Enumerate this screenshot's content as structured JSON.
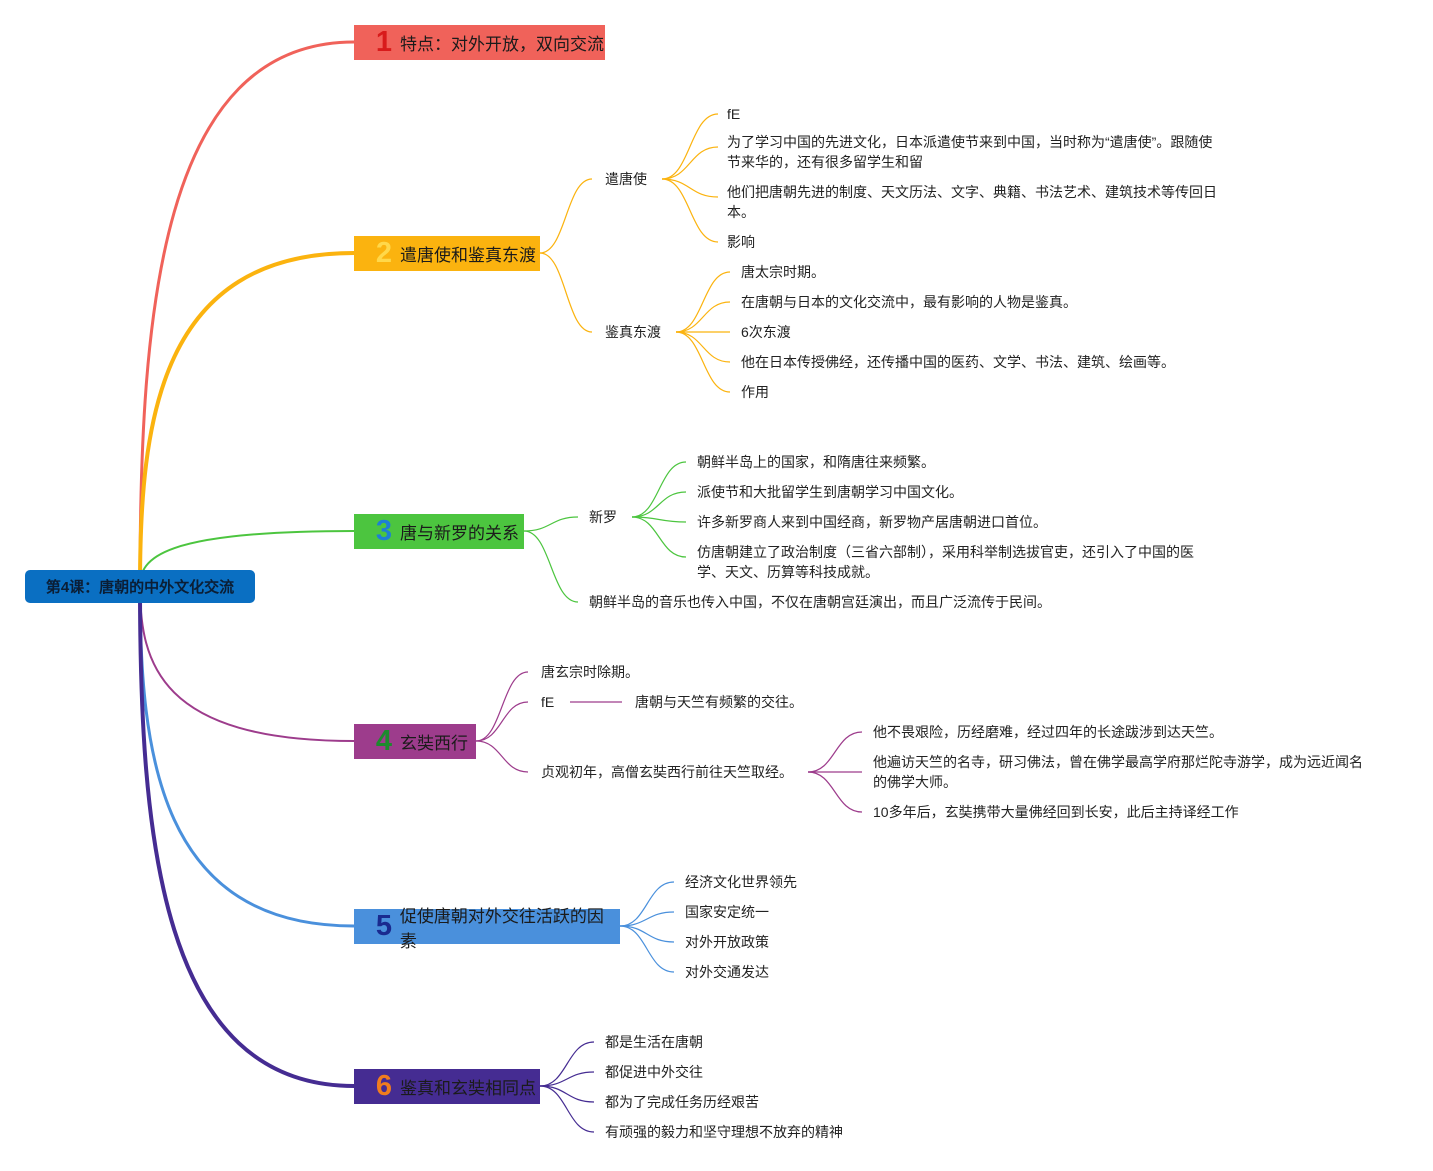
{
  "root": {
    "label": "第4课：唐朝的中外文化交流",
    "color": "#0a6fc2"
  },
  "branches": [
    {
      "num": "1",
      "label": "特点：对外开放，双向交流",
      "color": "#f0625a",
      "num_color": "#d81b1b"
    },
    {
      "num": "2",
      "label": "遣唐使和鉴真东渡",
      "color": "#fbb30f",
      "num_color": "#ffd84a"
    },
    {
      "num": "3",
      "label": "唐与新罗的关系",
      "color": "#4cc53f",
      "num_color": "#1e7fd4"
    },
    {
      "num": "4",
      "label": "玄奘西行",
      "color": "#9d3c8c",
      "num_color": "#1d8a2e"
    },
    {
      "num": "5",
      "label": "促使唐朝对外交往活跃的因素",
      "color": "#4a90dc",
      "num_color": "#1a2a8f"
    },
    {
      "num": "6",
      "label": "鉴真和玄奘相同点",
      "color": "#452c92",
      "num_color": "#f07c1e"
    }
  ],
  "b2": {
    "qiantangshi": {
      "label": "遣唐使",
      "items": [
        "fE",
        "为了学习中国的先进文化，日本派遣使节来到中国，当时称为“遣唐使”。跟随使节来华的，还有很多留学生和留",
        "他们把唐朝先进的制度、天文历法、文字、典籍、书法艺术、建筑技术等传回日本。",
        "影响"
      ]
    },
    "jianzhen": {
      "label": "鉴真东渡",
      "items": [
        "唐太宗时期。",
        "在唐朝与日本的文化交流中，最有影响的人物是鉴真。",
        "6次东渡",
        "他在日本传授佛经，还传播中国的医药、文学、书法、建筑、绘画等。",
        "作用"
      ]
    }
  },
  "b3": {
    "xinluo": {
      "label": "新罗",
      "items": [
        "朝鲜半岛上的国家，和隋唐往来频繁。",
        "派使节和大批留学生到唐朝学习中国文化。",
        "许多新罗商人来到中国经商，新罗物产居唐朝进口首位。",
        "仿唐朝建立了政治制度（三省六部制），采用科举制选拔官吏，还引入了中国的医学、天文、历算等科技成就。"
      ]
    },
    "music": "朝鲜半岛的音乐也传入中国，不仅在唐朝宫廷演出，而且广泛流传于民间。"
  },
  "b4": {
    "time": "唐玄宗时除期。",
    "fe": "fE",
    "fe_child": "唐朝与天竺有频繁的交往。",
    "journey": {
      "label": "贞观初年，高僧玄奘西行前往天竺取经。",
      "items": [
        "他不畏艰险，历经磨难，经过四年的长途跋涉到达天竺。",
        "他遍访天竺的名寺，研习佛法，曾在佛学最高学府那烂陀寺游学，成为远近闻名的佛学大师。",
        "10多年后，玄奘携带大量佛经回到长安，此后主持译经工作"
      ]
    }
  },
  "b5": {
    "items": [
      "经济文化世界领先",
      "国家安定统一",
      "对外开放政策",
      "对外交通发达"
    ]
  },
  "b6": {
    "items": [
      "都是生活在唐朝",
      "都促进中外交往",
      "都为了完成任务历经艰苦",
      "有顽强的毅力和坚守理想不放弃的精神"
    ]
  }
}
